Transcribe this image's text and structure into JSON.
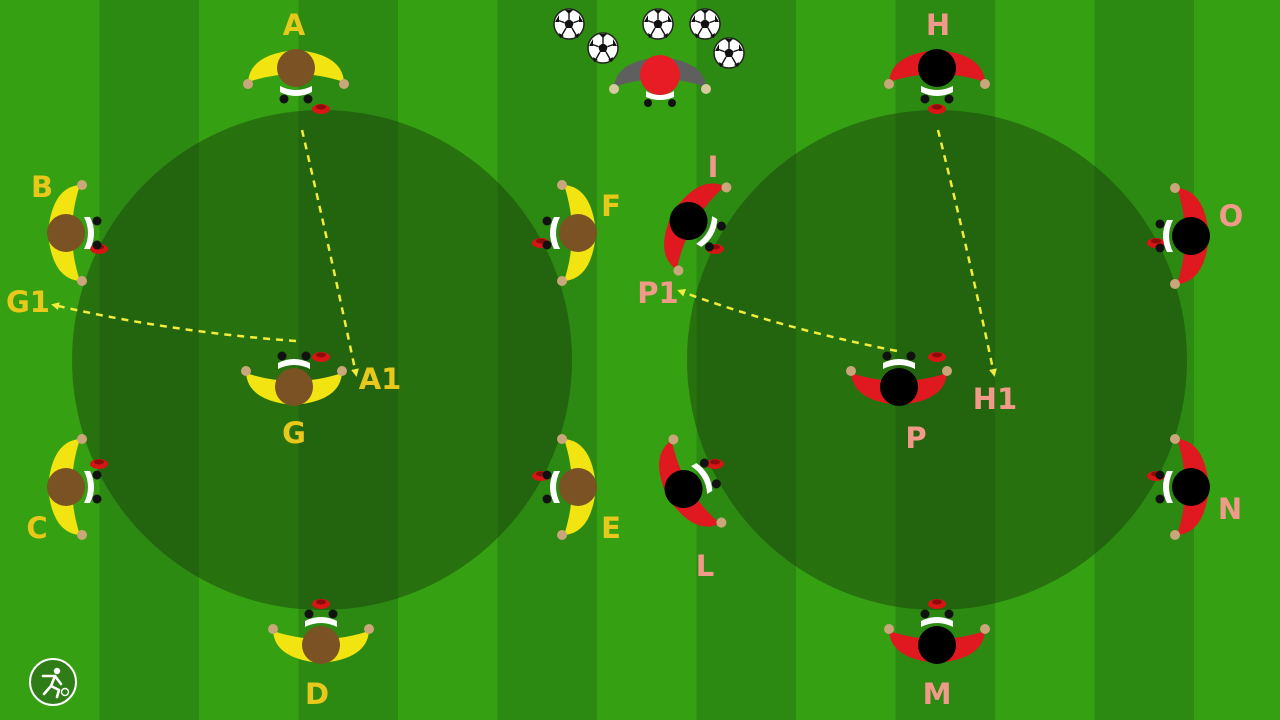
{
  "colors": {
    "stripe_light": "#35a012",
    "stripe_dark": "#2c8a12",
    "circle": "rgba(20,45,10,0.40)",
    "team_yellow": "#f2e411",
    "team_yellow_head": "#7a5223",
    "team_yellow_label": "#e8c81a",
    "team_red": "#e01820",
    "team_red_head": "#000000",
    "team_red_label": "#f19a8a",
    "coach_body": "#5f5f5f",
    "coach_head": "#e81c25",
    "cone": "#d81515",
    "pass_line": "#f2ec3a"
  },
  "left_group": {
    "players": [
      {
        "id": "A",
        "label": "A"
      },
      {
        "id": "B",
        "label": "B"
      },
      {
        "id": "C",
        "label": "C"
      },
      {
        "id": "D",
        "label": "D"
      },
      {
        "id": "E",
        "label": "E"
      },
      {
        "id": "F",
        "label": "F"
      },
      {
        "id": "G",
        "label": "G"
      }
    ],
    "target_labels": {
      "A1": "A1",
      "G1": "G1"
    }
  },
  "right_group": {
    "players": [
      {
        "id": "H",
        "label": "H"
      },
      {
        "id": "I",
        "label": "I"
      },
      {
        "id": "L",
        "label": "L"
      },
      {
        "id": "M",
        "label": "M"
      },
      {
        "id": "N",
        "label": "N"
      },
      {
        "id": "O",
        "label": "O"
      },
      {
        "id": "P",
        "label": "P"
      }
    ],
    "target_labels": {
      "H1": "H1",
      "P1": "P1"
    }
  },
  "coach": {
    "icon": "coach-icon"
  },
  "ball_stock": {
    "icon": "soccer-ball-icon",
    "count": 5
  },
  "logo": {
    "icon": "player-kicking-logo-icon"
  }
}
